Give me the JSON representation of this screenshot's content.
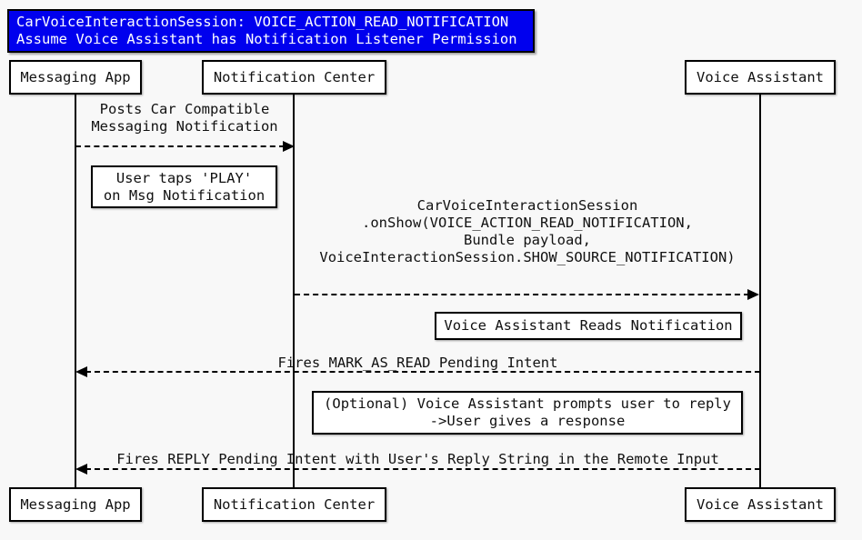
{
  "diagram": {
    "type": "sequence",
    "title": "CarVoiceInteractionSession: VOICE_ACTION_READ_NOTIFICATION\nAssume Voice Assistant has Notification Listener Permission",
    "actors": [
      {
        "id": "messaging-app",
        "label": "Messaging App"
      },
      {
        "id": "notification-center",
        "label": "Notification Center"
      },
      {
        "id": "voice-assistant",
        "label": "Voice Assistant"
      }
    ],
    "messages": [
      {
        "from": "Messaging App",
        "to": "Notification Center",
        "line_style": "dashed",
        "direction": "right",
        "label": "Posts Car Compatible\nMessaging Notification"
      },
      {
        "from": "Notification Center",
        "to": "Voice Assistant",
        "line_style": "dashed",
        "direction": "right",
        "label": "CarVoiceInteractionSession\n.onShow(VOICE_ACTION_READ_NOTIFICATION,\nBundle payload,\nVoiceInteractionSession.SHOW_SOURCE_NOTIFICATION)"
      },
      {
        "from": "Voice Assistant",
        "to": "Messaging App",
        "line_style": "dashed",
        "direction": "left",
        "label": "Fires MARK_AS_READ Pending Intent"
      },
      {
        "from": "Voice Assistant",
        "to": "Messaging App",
        "line_style": "dashed",
        "direction": "left",
        "label": "Fires REPLY Pending Intent with User's Reply String in the Remote Input"
      }
    ],
    "notes": [
      {
        "over": "Messaging App",
        "label": "User taps 'PLAY'\non Msg Notification"
      },
      {
        "over": "Voice Assistant",
        "label": "Voice Assistant Reads Notification"
      },
      {
        "over": "Voice Assistant",
        "label": "(Optional) Voice Assistant prompts user to reply\n->User gives a response"
      }
    ],
    "colors": {
      "title_bg": "#0000ee",
      "title_text": "#ffffff",
      "box_bg": "#ffffff",
      "line": "#000000",
      "canvas_bg": "#f8f8f8"
    }
  }
}
